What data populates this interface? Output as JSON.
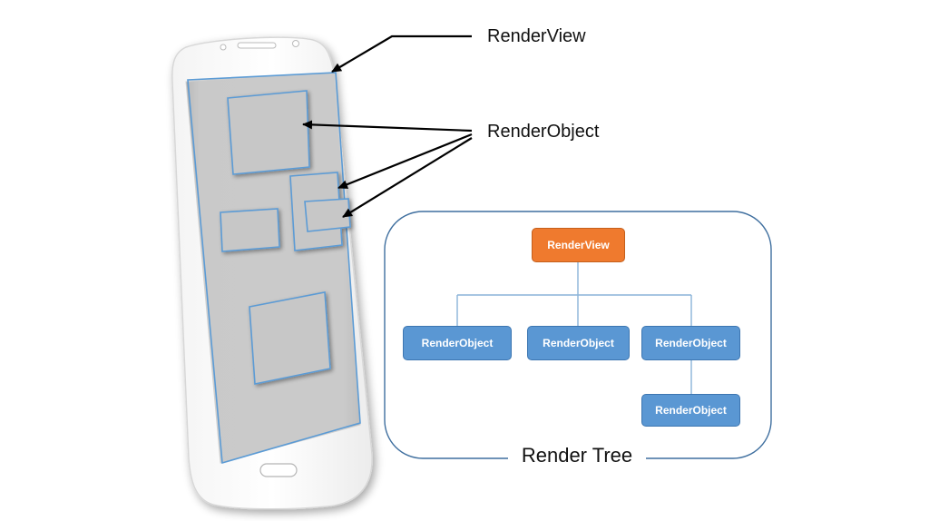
{
  "callouts": {
    "render_view": "RenderView",
    "render_object": "RenderObject"
  },
  "tree": {
    "caption": "Render Tree",
    "root": "RenderView",
    "children": [
      "RenderObject",
      "RenderObject",
      "RenderObject"
    ],
    "grandchild": "RenderObject"
  },
  "colors": {
    "render_view_node": "#ef7a2e",
    "render_object_node": "#5a97d3",
    "tree_border": "#3f6f9f",
    "screen_overlay": "#c9c9c9"
  }
}
